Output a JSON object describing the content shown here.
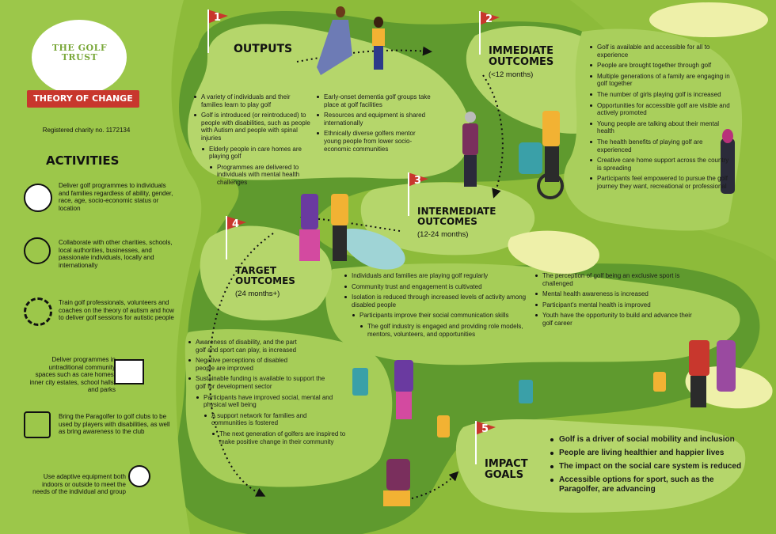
{
  "logo": {
    "name": "THE GOLF TRUST"
  },
  "banner": "THEORY OF CHANGE",
  "charity": "Registered charity no. 1172134",
  "activities": {
    "title": "ACTIVITIES",
    "items": [
      {
        "icon": "golf-ball-icon",
        "text": "Deliver golf programmes to individuals and families regardless of ability, gender, race, age, socio-economic status or location"
      },
      {
        "icon": "globe-person-icon",
        "text": "Collaborate with other charities, schools, local authorities, businesses, and passionate individuals, locally and internationally"
      },
      {
        "icon": "gear-person-icon",
        "text": "Train golf professionals, volunteers and coaches on the theory of autism and how to deliver golf sessions for autistic people"
      },
      {
        "icon": "building-icon",
        "text": "Deliver programmes in untraditional community spaces such as care homes, inner city estates, school halls, and parks"
      },
      {
        "icon": "paragolfer-icon",
        "text": "Bring the Paragolfer to golf clubs to be used by players with disabilities, as well as bring awareness to the club"
      },
      {
        "icon": "golf-club-icon",
        "text": "Use adaptive equipment both indoors or outside to meet the needs of the individual and group"
      }
    ]
  },
  "outputs": {
    "num": "1",
    "title": "OUTPUTS",
    "left": [
      "A variety of individuals and their families learn to play golf",
      "Golf is introduced (or reintroduced) to people with disabilities, such as people with Autism and people with spinal injuries",
      "Elderly people in care homes are playing golf",
      "Programmes are delivered to individuals with mental health challenges"
    ],
    "right": [
      "Early-onset dementia golf groups take place at golf facilities",
      "Resources and equipment is shared internationally",
      "Ethnically diverse golfers mentor young people from lower socio-economic communities"
    ]
  },
  "immediate": {
    "num": "2",
    "title1": "IMMEDIATE",
    "title2": "OUTCOMES",
    "period": "(<12 months)",
    "items": [
      "Golf is available and accessible for all to experience",
      "People are brought together through golf",
      "Multiple generations of a family are engaging in golf together",
      "The number of girls playing golf is increased",
      "Opportunities for accessible golf are visible and actively promoted",
      "Young people are talking about their mental health",
      "The health benefits of playing golf are experienced",
      "Creative care home support across the country is spreading",
      "Participants feel empowered to pursue the golf journey they want, recreational or professional"
    ]
  },
  "intermediate": {
    "num": "3",
    "title1": "INTERMEDIATE",
    "title2": "OUTCOMES",
    "period": "(12-24 months)",
    "left": [
      "Individuals and families are playing golf regularly",
      "Community trust and engagement is cultivated",
      "Isolation is reduced through increased levels of activity among disabled people",
      "Participants improve their social communication skills",
      "The golf industry is engaged and providing role models, mentors, volunteers, and opportunities"
    ],
    "right": [
      "The perception of golf being an exclusive sport is challenged",
      "Mental health awareness is increased",
      "Participant's mental health is improved",
      "Youth have the opportunity to build and advance their golf career"
    ]
  },
  "target": {
    "num": "4",
    "title1": "TARGET",
    "title2": "OUTCOMES",
    "period": "(24 months+)",
    "items": [
      "Awareness of disability, and the part golf and sport can play, is increased",
      "Negative perceptions of disabled people are improved",
      "Sustainable funding is available to support the golf for development sector",
      "Participants have improved social, mental and physical well being",
      "A support network for families and communities is fostered",
      "The next generation of golfers are inspired to make positive change in their community"
    ]
  },
  "impact": {
    "num": "5",
    "title1": "IMPACT",
    "title2": "GOALS",
    "items": [
      "Golf is a driver of social mobility and inclusion",
      "People are living healthier and happier lives",
      "The impact on the social care system is reduced",
      "Accessible options for sport, such as the Paragolfer, are advancing"
    ]
  },
  "colors": {
    "rough": "#8dbb3a",
    "fairway": "#5f9a2e",
    "green": "#b5d66b",
    "sand": "#eef0a9",
    "water": "#9fd4d6",
    "flag": "#c8372d",
    "banner": "#c8372d"
  }
}
